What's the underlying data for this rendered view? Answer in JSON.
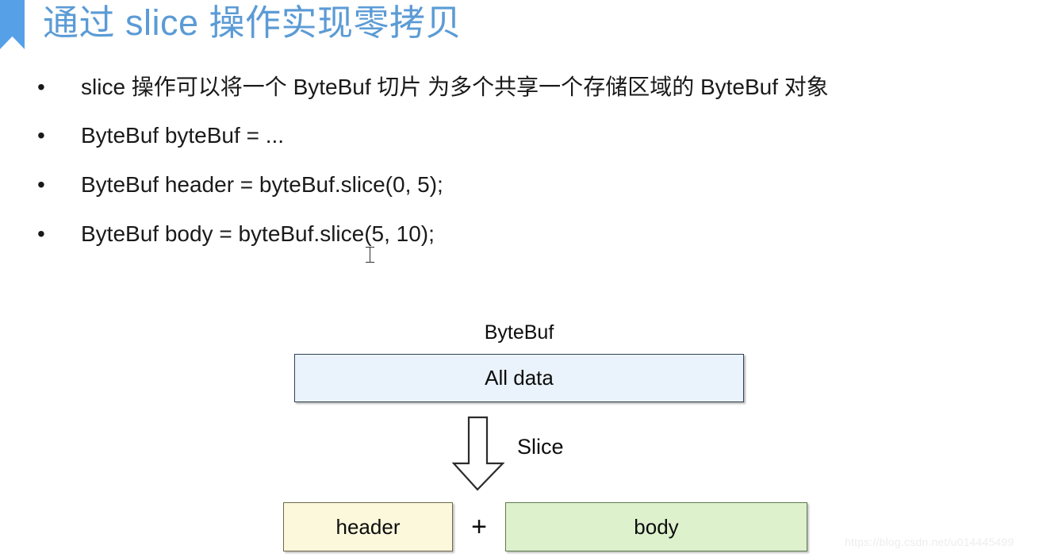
{
  "slide": {
    "title": "通过 slice 操作实现零拷贝",
    "title_color": "#5B9BD5",
    "ribbon_color": "#56A0E8",
    "background": "#ffffff"
  },
  "bullets": {
    "marker": "•",
    "items": [
      " slice 操作可以将一个 ByteBuf 切片 为多个共享一个存储区域的 ByteBuf 对象",
      "ByteBuf byteBuf = ...",
      "ByteBuf header = byteBuf.slice(0, 5);",
      "ByteBuf body = byteBuf.slice(5, 10);"
    ]
  },
  "diagram": {
    "top_label": "ByteBuf",
    "all_data_box": {
      "label": "All data",
      "fill": "#EAF3FB",
      "stroke": "#31405A"
    },
    "arrow_label": "Slice",
    "plus": "+",
    "header_box": {
      "label": "header",
      "fill": "#FCF8DC",
      "stroke": "#6E6A4E"
    },
    "body_box": {
      "label": "body",
      "fill": "#DDF1CD",
      "stroke": "#5E7A4C"
    }
  },
  "watermark": {
    "text": "https://blog.csdn.net/u014445499"
  }
}
